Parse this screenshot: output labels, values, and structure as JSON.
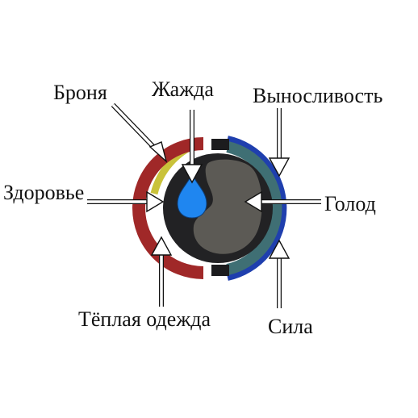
{
  "labels": {
    "armor": "Броня",
    "thirst": "Жажда",
    "stamina": "Выносливость",
    "health": "Здоровье",
    "hunger": "Голод",
    "warm_clothes": "Тёплая одежда",
    "strength": "Сила"
  },
  "colors": {
    "armor_ring": "#c9c23a",
    "health_ring": "#a02828",
    "stamina_ring": "#1f3fae",
    "strength_ring": "#3a7a92",
    "hunger_ring": "#3f6f74",
    "disc": "#222224",
    "stomach": "#5c5a55",
    "drop": "#1f86f0"
  },
  "icons": [
    "water-drop-icon",
    "stomach-icon"
  ]
}
